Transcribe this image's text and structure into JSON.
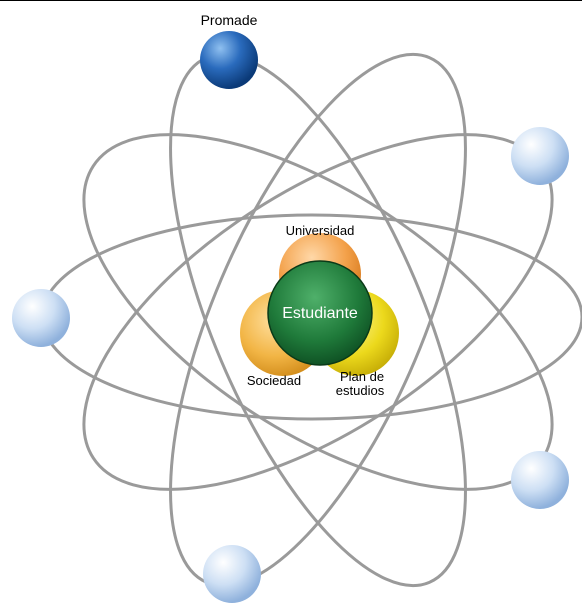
{
  "diagram": {
    "top_label": "Promade",
    "center": {
      "label": "Estudiante",
      "color": "#1f7a3a"
    },
    "core": [
      {
        "label": "Universidad",
        "color": "#f4a24a"
      },
      {
        "label": "Sociedad",
        "color": "#f3b84a"
      },
      {
        "label_line1": "Plan de",
        "label_line2": "estudios",
        "color": "#e6d51c"
      }
    ],
    "orbit_color": "#9a9a9a",
    "nodes": [
      {
        "name": "promade",
        "color": "#1a5aa8"
      },
      {
        "name": "top-right",
        "color": "#cfe0f5"
      },
      {
        "name": "left",
        "color": "#cfe0f5"
      },
      {
        "name": "bottom-right",
        "color": "#cfe0f5"
      },
      {
        "name": "bottom",
        "color": "#cfe0f5"
      }
    ]
  }
}
